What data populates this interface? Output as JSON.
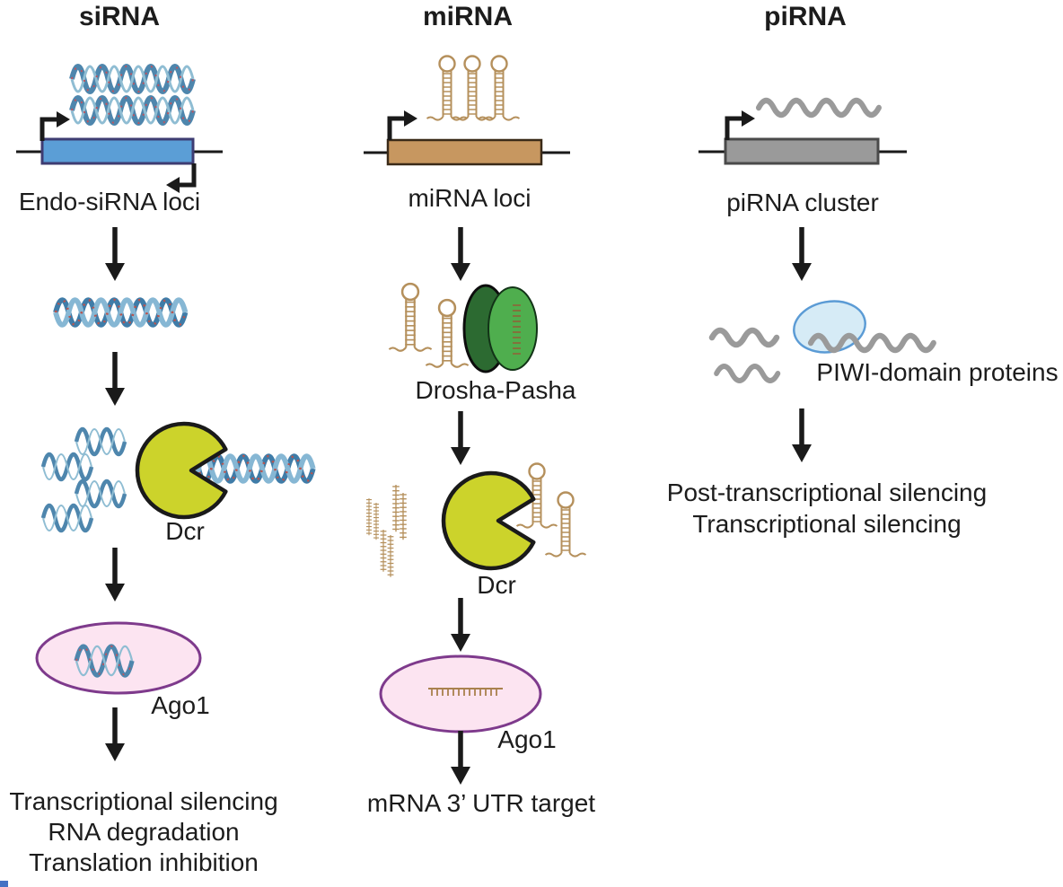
{
  "figure": {
    "columns": [
      {
        "title": "siRNA",
        "locus_label": "Endo-siRNA loci",
        "enzyme_label": "Dcr",
        "effector_label": "Ago1",
        "outcomes": [
          "Transcriptional silencing",
          "RNA degradation",
          "Translation inhibition"
        ]
      },
      {
        "title": "miRNA",
        "locus_label": "miRNA loci",
        "processor_label": "Drosha-Pasha",
        "enzyme_label": "Dcr",
        "effector_label": "Ago1",
        "outcomes": [
          "mRNA 3’ UTR target"
        ]
      },
      {
        "title": "piRNA",
        "locus_label": "piRNA cluster",
        "effector_label": "PIWI-domain proteins",
        "outcomes": [
          "Post-transcriptional silencing",
          "Transcriptional silencing"
        ]
      }
    ],
    "colors": {
      "sirna_gene_fill": "#5b9ed6",
      "sirna_gene_border": "#3e3c72",
      "mirna_gene_fill": "#c79760",
      "pirna_gene_fill": "#9a9a9a",
      "dicer_fill": "#ccd32b",
      "ago_fill": "#fce4f1",
      "ago_border": "#7e3a8c",
      "drosha_dark_fill": "#2c6a31",
      "pasha_light_fill": "#4fae4e",
      "piwi_fill": "#d6ebf6",
      "piwi_border": "#5b9bd5",
      "rna_blue": "#4e86ad",
      "hairpin_tan": "#b5905c",
      "pirna_gray": "#9a9a9a",
      "arrow_black": "#1a1a1a"
    }
  }
}
